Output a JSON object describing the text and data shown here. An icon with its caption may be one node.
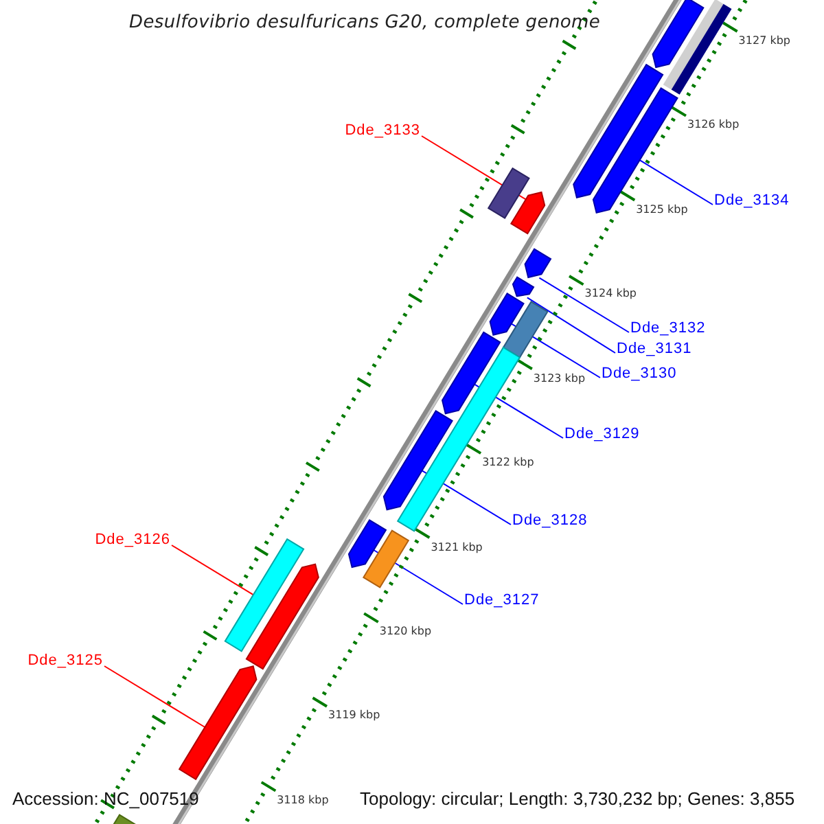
{
  "diagram": {
    "title": "Desulfovibrio desulfuricans G20, complete genome",
    "nodes": [
      {
        "text": [
          "Dde_3133"
        ]
      },
      {
        "text": [
          "Dde_3134"
        ]
      },
      {
        "text": [
          "Dde_3132"
        ]
      },
      {
        "text": [
          "Dde_3131"
        ]
      },
      {
        "text": [
          "Dde_3130"
        ]
      },
      {
        "text": [
          "Dde_3129"
        ]
      },
      {
        "text": [
          "Dde_3128"
        ]
      },
      {
        "text": [
          "Dde_3126"
        ]
      },
      {
        "text": [
          "Dde_3127"
        ]
      },
      {
        "text": [
          "Dde_3125"
        ]
      },
      {
        "text": [],
        "shape": "bar"
      },
      {
        "text": [],
        "shape": "bar"
      },
      {
        "text": [],
        "shape": "bar"
      },
      {
        "text": [],
        "shape": "bar"
      },
      {
        "text": [],
        "shape": "bar"
      },
      {
        "text": [],
        "shape": "bar"
      },
      {
        "text": [],
        "shape": "bar"
      },
      {
        "text": [],
        "shape": "bar"
      },
      {
        "text": [],
        "shape": "bar"
      },
      {
        "text": [],
        "shape": "bar"
      },
      {
        "text": [],
        "shape": "bar"
      },
      {
        "text": [],
        "shape": "bar"
      },
      {
        "text": [],
        "shape": "bar"
      },
      {
        "text": [],
        "shape": "bar"
      },
      {
        "text": [],
        "shape": "bar"
      },
      {
        "text": [],
        "shape": "bar"
      },
      {
        "text": [],
        "shape": "bar"
      },
      {
        "text": [],
        "shape": "bar"
      },
      {
        "text": [],
        "shape": "bar"
      }
    ],
    "edges": [
      {
        "from": 0,
        "to": 15,
        "arrow": "none",
        "color": "#ff0000"
      },
      {
        "from": 1,
        "to": 13,
        "arrow": "none"
      },
      {
        "from": 2,
        "to": 16,
        "arrow": "none"
      },
      {
        "from": 3,
        "to": 17,
        "arrow": "none"
      },
      {
        "from": 4,
        "to": 19,
        "arrow": "none"
      },
      {
        "from": 5,
        "to": 20,
        "arrow": "none"
      },
      {
        "from": 6,
        "to": 22,
        "arrow": "none"
      },
      {
        "from": 7,
        "to": 25,
        "arrow": "none",
        "color": "#ff0000"
      },
      {
        "from": 8,
        "to": 24,
        "arrow": "none"
      },
      {
        "from": 9,
        "to": 27,
        "arrow": "none",
        "color": "#ff0000"
      }
    ],
    "labels": [
      "3127 kbp",
      "3126 kbp",
      "3125 kbp",
      "3124 kbp",
      "3123 kbp",
      "3122 kbp",
      "3121 kbp",
      "3120 kbp",
      "3119 kbp",
      "3118 kbp",
      "Accession: NC_007519",
      "Topology: circular; Length: 3,730,232 bp; Genes: 3,855"
    ]
  }
}
